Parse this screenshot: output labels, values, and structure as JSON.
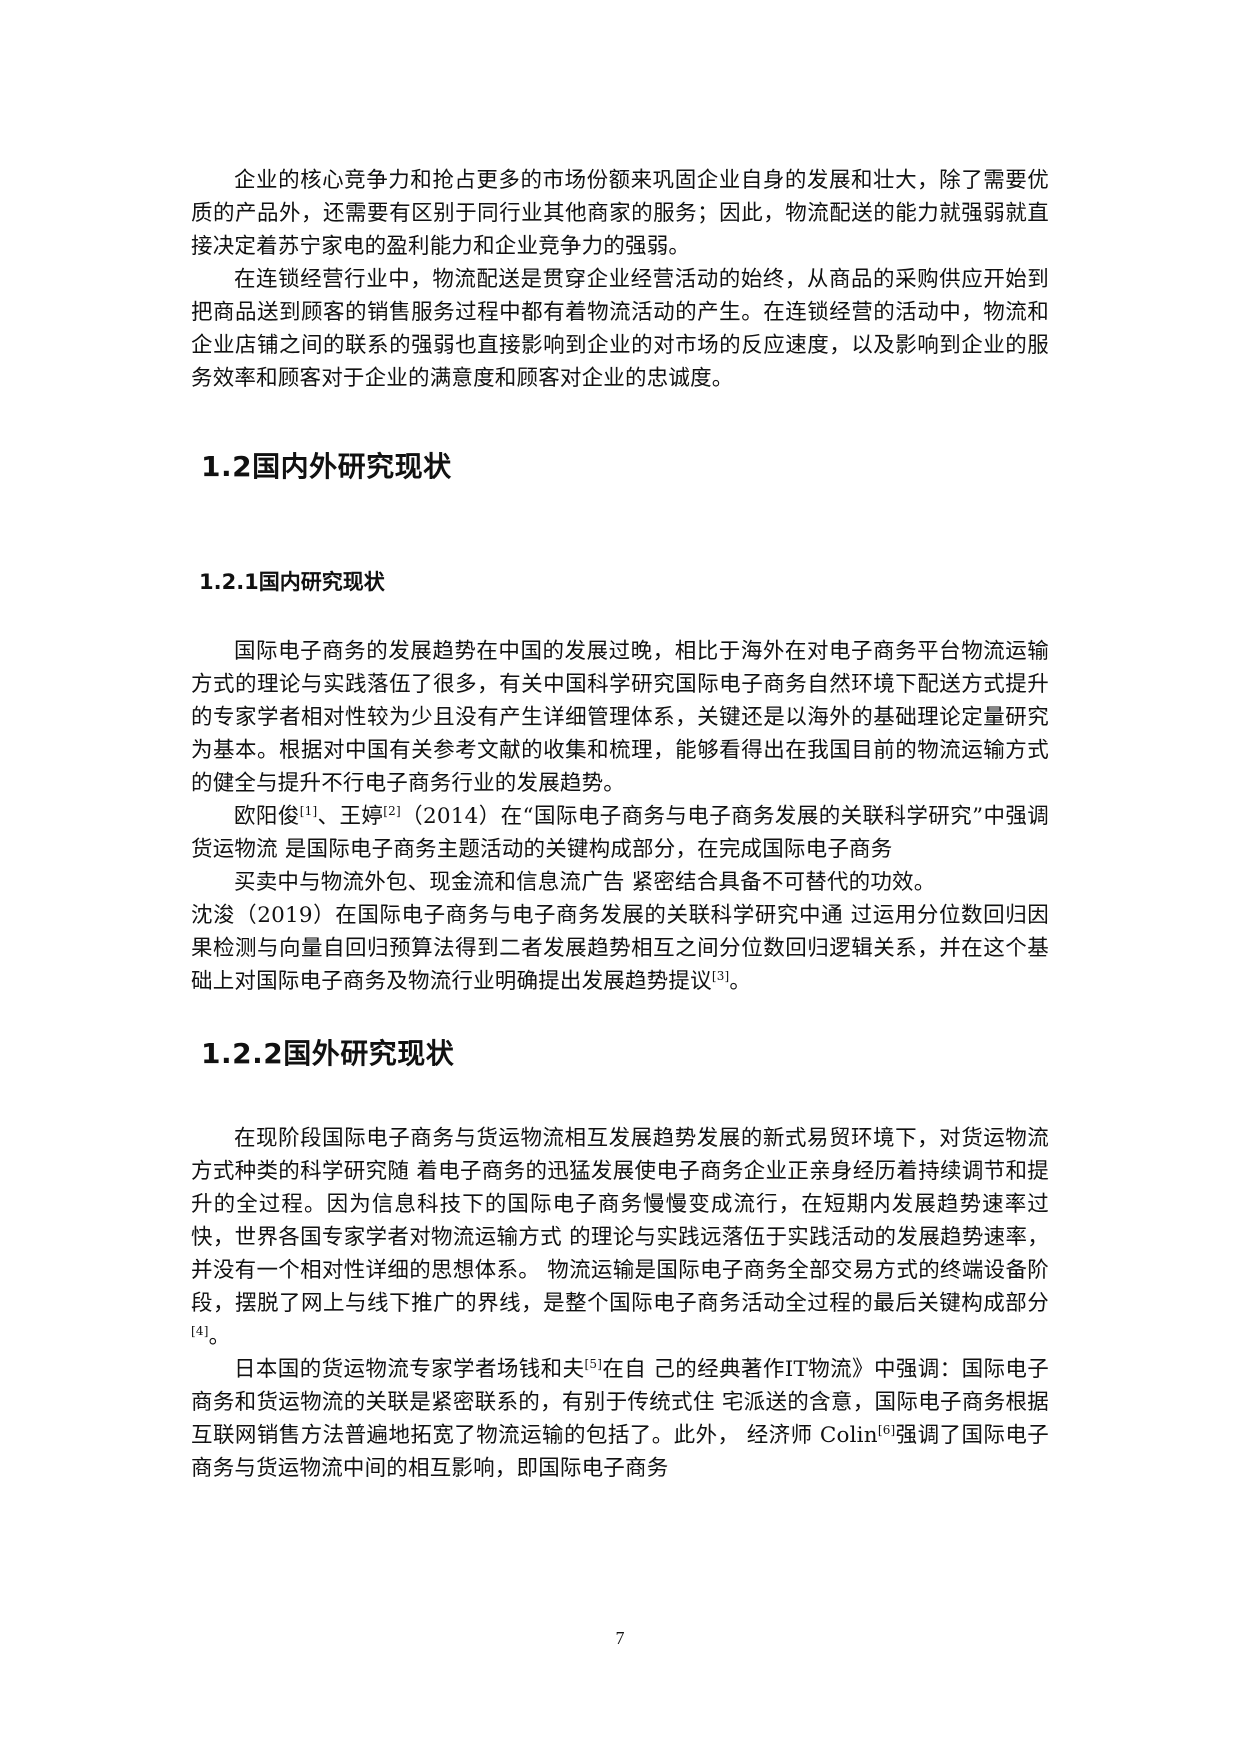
{
  "paragraphs_intro": [
    "企业的核心竞争力和抢占更多的市场份额来巩固企业自身的发展和壮大，除了需要优质的产品外，还需要有区别于同行业其他商家的服务；因此，物流配送的能力就强弱就直接决定着苏宁家电的盈利能力和企业竞争力的强弱。",
    "在连锁经营行业中，物流配送是贯穿企业经营活动的始终，从商品的采购供应开始到把商品送到顾客的销售服务过程中都有着物流活动的产生。在连锁经营的活动中，物流和企业店铺之间的联系的强弱也直接影响到企业的对市场的反应速度，以及影响到企业的服务效率和顾客对于企业的满意度和顾客对企业的忠诚度。"
  ],
  "section_1_2": {
    "title": "1.2国内外研究现状"
  },
  "section_1_2_1": {
    "title": "1.2.1国内研究现状",
    "p1": "国际电子商务的发展趋势在中国的发展过晚，相比于海外在对电子商务平台物流运输方式的理论与实践落伍了很多，有关中国科学研究国际电子商务自然环境下配送方式提升的专家学者相对性较为少且没有产生详细管理体系，关键还是以海外的基础理论定量研究为基本。根据对中国有关参考文献的收集和梳理，能够看得出在我国目前的物流运输方式的健全与提升不行电子商务行业的发展趋势。",
    "p2": {
      "a": "欧阳俊",
      "ref1": "[1]",
      "b": "、王婷",
      "ref2": "[2]",
      "c": "（2014）在“国际电子商务与电子商务发展的关联科学研究”中强调货运物流 是国际电子商务主题活动的关键构成部分，在完成国际电子商务"
    },
    "p3": "买卖中与物流外包、现金流和信息流广告 紧密结合具备不可替代的功效。",
    "p4": {
      "a": "沈浚（2019）在国际电子商务与电子商务发展的关联科学研究中通 过运用分位数回归因果检测与向量自回归预算法得到二者发展趋势相互之间分位数回归逻辑关系，并在这个基础上对国际电子商务及物流行业明确提出发展趋势提议",
      "ref": "[3]",
      "b": "。"
    }
  },
  "section_1_2_2": {
    "title": "1.2.2国外研究现状",
    "p1": {
      "a": "在现阶段国际电子商务与货运物流相互发展趋势发展的新式易贸环境下，对货运物流方式种类的科学研究随 着电子商务的迅猛发展使电子商务企业正亲身经历着持续调节和提升的全过程。因为信息科技下的国际电子商务慢慢变成流行，在短期内发展趋势速率过快，世界各国专家学者对物流运输方式 的理论与实践远落伍于实践活动的发展趋势速率，并没有一个相对性详细的思想体系。 物流运输是国际电子商务全部交易方式的终端设备阶段，摆脱了网上与线下推广的界线，是整个国际电子商务活动全过程的最后关键构成部分",
      "ref": "[4]",
      "b": "。"
    },
    "p2": {
      "a": "日本国的货运物流专家学者场钱和夫",
      "ref5": "[5]",
      "b": "在自 己的经典著作IT物流》中强调：国际电子商务和货运物流的关联是紧密联系的，有别于传统式住 宅派送的含意，国际电子商务根据互联网销售方法普遍地拓宽了物流运输的包括了。此外， 经济师 Colin",
      "ref6": "[6]",
      "c": "强调了国际电子商务与货运物流中间的相互影响，即国际电子商务"
    }
  },
  "page_number": "7"
}
